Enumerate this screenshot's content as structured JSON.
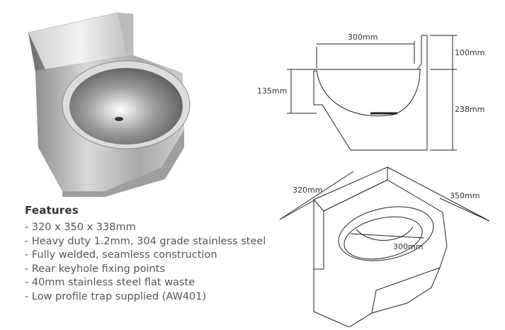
{
  "features": {
    "heading": "Features",
    "items": [
      "320 x 350 x 338mm",
      "Heavy duty 1.2mm, 304 grade stainless steel",
      "Fully welded, seamless construction",
      "Rear keyhole fixing points",
      "40mm stainless steel flat waste",
      "Low profile trap supplied (AW401)"
    ]
  },
  "side_diagram": {
    "width_label": "300mm",
    "top_height_label": "100mm",
    "bowl_depth_label": "135mm",
    "body_height_label": "238mm"
  },
  "iso_diagram": {
    "width_label": "320mm",
    "depth_label": "350mm",
    "bowl_label": "300mm"
  },
  "colors": {
    "steel_light": "#e8e8e8",
    "steel_dark": "#8a8a8a",
    "line": "#222222"
  }
}
